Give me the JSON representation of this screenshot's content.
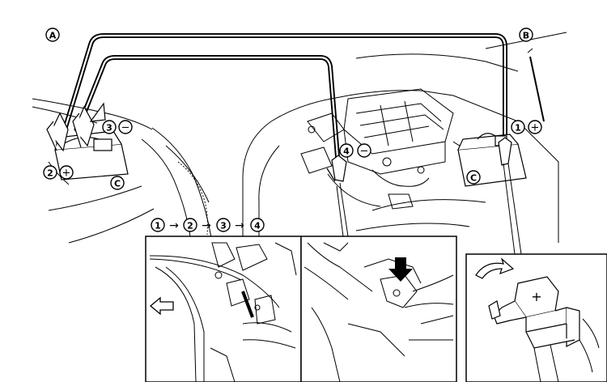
{
  "callouts": {
    "a": "A",
    "b": "B",
    "c": "C",
    "n1": "1",
    "n2": "2",
    "n3": "3",
    "n4": "4",
    "plus": "+",
    "minus": "−"
  },
  "sequence": {
    "s1": "1",
    "s2": "2",
    "s3": "3",
    "s4": "4",
    "arrow": "→"
  },
  "colors": {
    "line": "#000000",
    "background": "#ffffff",
    "inset_arrow_fill": "#000000"
  },
  "icons": [
    "left-arrow-icon",
    "down-arrow-icon",
    "curved-arrow-icon",
    "plus-icon",
    "minus-icon"
  ]
}
